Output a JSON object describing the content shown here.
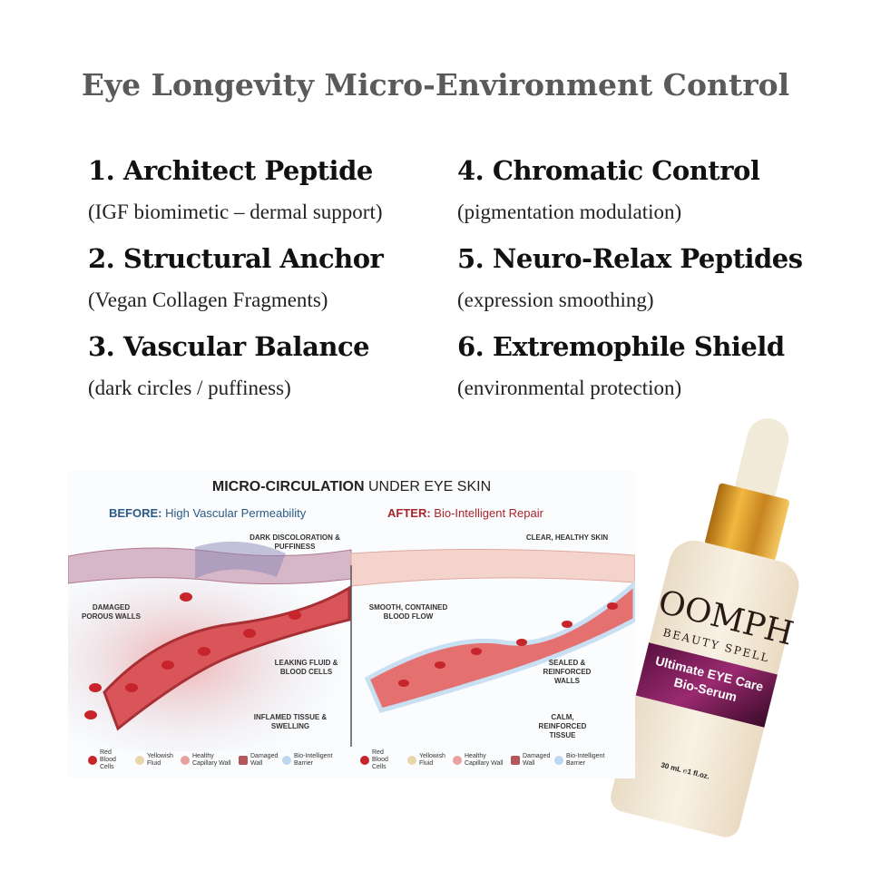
{
  "title": "Eye Longevity Micro-Environment Control",
  "items": [
    {
      "heading": "1. Architect Peptide",
      "sub": "(IGF biomimetic – dermal support)"
    },
    {
      "heading": "2. Structural Anchor",
      "sub": "(Vegan Collagen Fragments)"
    },
    {
      "heading": "3. Vascular Balance",
      "sub": "(dark circles / puffiness)"
    },
    {
      "heading": "4. Chromatic Control",
      "sub": "(pigmentation modulation)"
    },
    {
      "heading": "5. Neuro-Relax Peptides",
      "sub": "(expression smoothing)"
    },
    {
      "heading": "6. Extremophile Shield",
      "sub": "(environmental protection)"
    }
  ],
  "diagram": {
    "title_bold": "MICRO-CIRCULATION",
    "title_rest": " UNDER EYE SKIN",
    "before_bold": "BEFORE:",
    "before_rest": " High Vascular Permeability",
    "after_bold": "AFTER:",
    "after_rest": " Bio-Intelligent Repair",
    "labels_before": [
      "DARK DISCOLORATION & PUFFINESS",
      "DAMAGED POROUS WALLS",
      "LEAKING FLUID & BLOOD CELLS",
      "INFLAMED TISSUE & SWELLING"
    ],
    "labels_after": [
      "CLEAR, HEALTHY SKIN",
      "SMOOTH, CONTAINED BLOOD FLOW",
      "SEALED & REINFORCED WALLS",
      "CALM, REINFORCED TISSUE"
    ],
    "legend": [
      "Red Blood Cells",
      "Yellowish Fluid",
      "Healthy Capillary Wall",
      "Damaged Wall",
      "Bio-Intelligent Barrier"
    ],
    "colors": {
      "blood": "#c8242c",
      "fluid": "#e8d7a8",
      "wall": "#e8a0a0",
      "barrier": "#bcd8f0"
    }
  },
  "product": {
    "brand": "OOMPH",
    "tagline": "BEAUTY SPELL",
    "name1": "Ultimate EYE Care",
    "name2": "Bio-Serum",
    "volume": "30 mL ℮1 fl.oz."
  }
}
